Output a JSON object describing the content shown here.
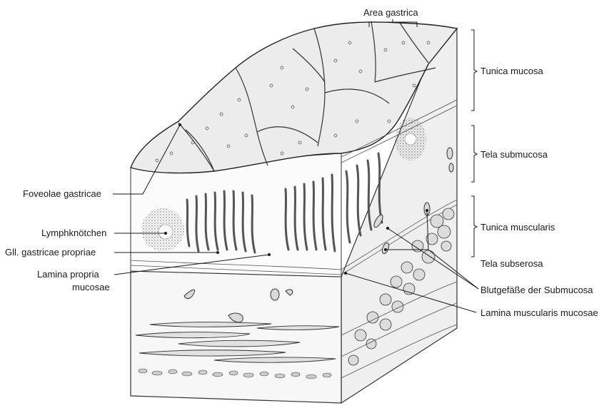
{
  "diagram": {
    "labels": {
      "area_gastrica": "Area gastrica",
      "tunica_mucosa": "Tunica mucosa",
      "tela_submucosa": "Tela submucosa",
      "tunica_muscularis": "Tunica muscularis",
      "tela_subserosa": "Tela subserosa",
      "blutgefaesse": "Blutgefäße der Submucosa",
      "lamina_muscularis_mucosae": "Lamina muscularis mucosae",
      "foveolae_gastricae": "Foveolae gastricae",
      "lymphknoetchen": "Lymphknötchen",
      "gll_gastricae_propriae": "Gll. gastricae propriae",
      "lamina_propria_line1": "Lamina propria",
      "lamina_propria_line2": "mucosae"
    }
  }
}
